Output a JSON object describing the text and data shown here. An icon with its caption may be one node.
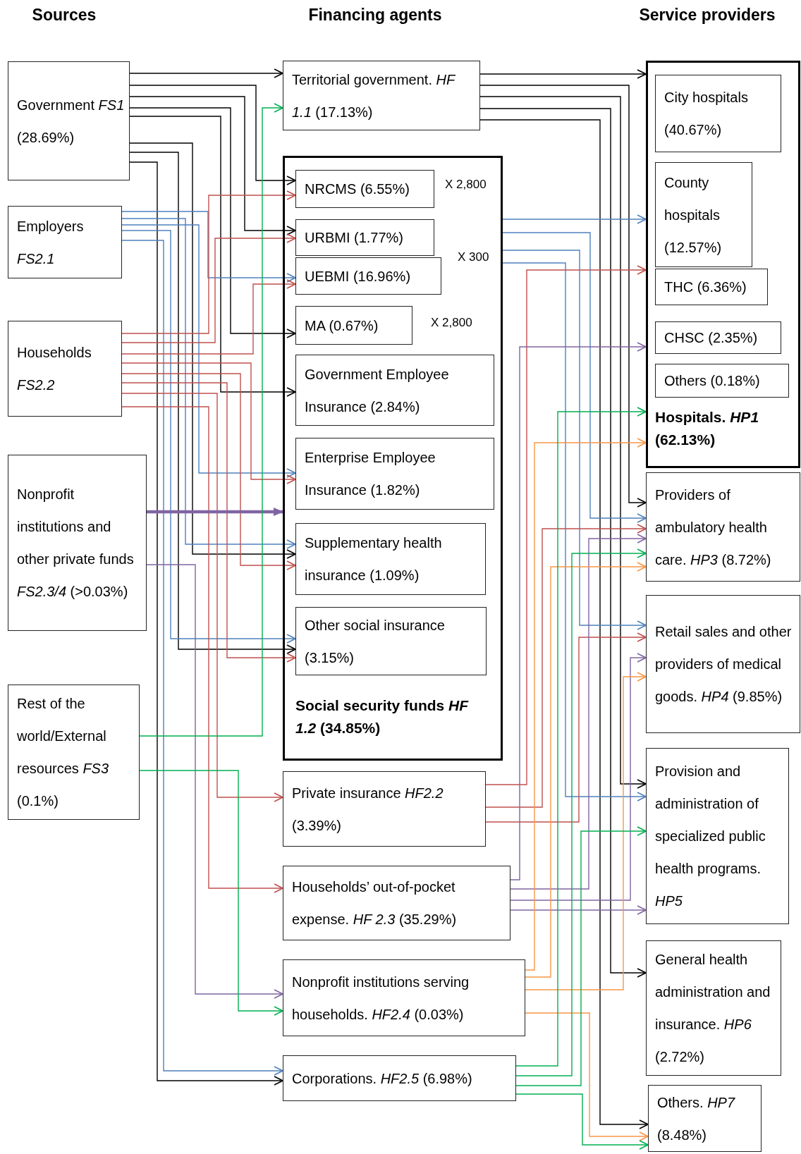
{
  "diagram": {
    "nodes": [
      {
        "text": [
          "Government *FS1* (28.69%)"
        ]
      },
      {
        "text": [
          "Employers *FS2.1*"
        ]
      },
      {
        "text": [
          "Households *FS2.2*"
        ]
      },
      {
        "text": [
          "Nonprofit institutions and other private funds *FS2.3/4* (>0.03%)"
        ]
      },
      {
        "text": [
          "Rest of the world/External resources *FS3* (0.1%)"
        ]
      },
      {
        "text": [
          "Territorial government. *HF 1.1* (17.13%)"
        ]
      },
      {
        "text": [
          "Social security funds *HF 1.2* (34.85%)"
        ]
      },
      {
        "text": [
          "NRCMS (6.55%)"
        ],
        "in": 6,
        "beside": [
          "X 2,800"
        ]
      },
      {
        "text": [
          "URBMI (1.77%)"
        ],
        "in": 6
      },
      {
        "text": [
          "UEBMI (16.96%)"
        ],
        "in": 6
      },
      {
        "text": [
          "MA (0.67%)"
        ],
        "in": 6,
        "beside": [
          "X 2,800"
        ]
      },
      {
        "text": [
          "Government Employee Insurance (2.84%)"
        ],
        "in": 6
      },
      {
        "text": [
          "Enterprise Employee Insurance (1.82%)"
        ],
        "in": 6
      },
      {
        "text": [
          "Supplementary health insurance (1.09%)"
        ],
        "in": 6
      },
      {
        "text": [
          "Other social insurance (3.15%)"
        ],
        "in": 6
      },
      {
        "text": [
          "Private insurance *HF2.2* (3.39%)"
        ]
      },
      {
        "text": [
          "Households’ out-of-pocket expense. *HF 2.3* (35.29%)"
        ]
      },
      {
        "text": [
          "Nonprofit institutions serving households. *HF2.4* (0.03%)"
        ]
      },
      {
        "text": [
          "Corporations. *HF2.5* (6.98%)"
        ]
      },
      {
        "text": [
          "Hospitals. *HP1* (62.13%)"
        ]
      },
      {
        "text": [
          "City hospitals (40.67%)"
        ],
        "in": 19
      },
      {
        "text": [
          "County hospitals (12.57%)"
        ],
        "in": 19
      },
      {
        "text": [
          "THC (6.36%)"
        ],
        "in": 19
      },
      {
        "text": [
          "CHSC (2.35%)"
        ],
        "in": 19
      },
      {
        "text": [
          "Others (0.18%)"
        ],
        "in": 19
      },
      {
        "text": [
          "Providers of ambulatory health care. *HP3* (8.72%)"
        ]
      },
      {
        "text": [
          "Retail sales and other providers of medical goods. *HP4* (9.85%)"
        ]
      },
      {
        "text": [
          "Provision and administration of specialized public health programs. *HP5*"
        ]
      },
      {
        "text": [
          "General health administration and insurance. *HP6* (2.72%)"
        ]
      },
      {
        "text": [
          "Others. *HP7* (8.48%)"
        ]
      }
    ],
    "edges": [
      {
        "from": 0,
        "to": 5,
        "arrow": "to"
      },
      {
        "from": 0,
        "to": 7,
        "arrow": "to"
      },
      {
        "from": 0,
        "to": 8,
        "arrow": "to"
      },
      {
        "from": 0,
        "to": 10,
        "arrow": "to"
      },
      {
        "from": 0,
        "to": 11,
        "arrow": "to"
      },
      {
        "from": 0,
        "to": 13,
        "arrow": "to"
      },
      {
        "from": 0,
        "to": 14,
        "arrow": "to"
      },
      {
        "from": 0,
        "to": 18,
        "arrow": "to"
      },
      {
        "from": 1,
        "to": 9,
        "arrow": "to",
        "color": "#4f81bd"
      },
      {
        "from": 1,
        "to": 12,
        "arrow": "to",
        "color": "#4f81bd"
      },
      {
        "from": 1,
        "to": 13,
        "arrow": "to",
        "color": "#4f81bd"
      },
      {
        "from": 1,
        "to": 14,
        "arrow": "to",
        "color": "#4f81bd"
      },
      {
        "from": 1,
        "to": 18,
        "arrow": "to",
        "color": "#4f81bd"
      },
      {
        "from": 2,
        "to": 7,
        "arrow": "to",
        "color": "#c0504d"
      },
      {
        "from": 2,
        "to": 8,
        "arrow": "to",
        "color": "#c0504d"
      },
      {
        "from": 2,
        "to": 9,
        "arrow": "to",
        "color": "#c0504d"
      },
      {
        "from": 2,
        "to": 12,
        "arrow": "to",
        "color": "#c0504d"
      },
      {
        "from": 2,
        "to": 13,
        "arrow": "to",
        "color": "#c0504d"
      },
      {
        "from": 2,
        "to": 14,
        "arrow": "to",
        "color": "#c0504d"
      },
      {
        "from": 2,
        "to": 15,
        "arrow": "to",
        "color": "#c0504d"
      },
      {
        "from": 2,
        "to": 16,
        "arrow": "to",
        "color": "#c0504d"
      },
      {
        "from": 3,
        "to": 6,
        "arrow": "to",
        "style": "thick",
        "color": "#8064a2"
      },
      {
        "from": 3,
        "to": 17,
        "arrow": "to",
        "color": "#8064a2"
      },
      {
        "from": 4,
        "to": 5,
        "arrow": "to",
        "color": "#00b050"
      },
      {
        "from": 4,
        "to": 17,
        "arrow": "to",
        "color": "#00b050"
      },
      {
        "from": 5,
        "to": 19,
        "arrow": "to"
      },
      {
        "from": 5,
        "to": 25,
        "arrow": "to"
      },
      {
        "from": 5,
        "to": 27,
        "arrow": "to"
      },
      {
        "from": 5,
        "to": 28,
        "arrow": "to"
      },
      {
        "from": 5,
        "to": 29,
        "arrow": "to"
      },
      {
        "from": 6,
        "to": 19,
        "arrow": "to",
        "color": "#4f81bd"
      },
      {
        "from": 6,
        "to": 25,
        "arrow": "to",
        "color": "#4f81bd"
      },
      {
        "from": 6,
        "to": 26,
        "arrow": "to",
        "color": "#4f81bd"
      },
      {
        "from": 6,
        "to": 27,
        "arrow": "to",
        "color": "#4f81bd"
      },
      {
        "from": 15,
        "to": 19,
        "arrow": "to",
        "color": "#c0504d"
      },
      {
        "from": 15,
        "to": 25,
        "arrow": "to",
        "color": "#c0504d"
      },
      {
        "from": 15,
        "to": 26,
        "arrow": "to",
        "color": "#c0504d"
      },
      {
        "from": 16,
        "to": 19,
        "arrow": "to",
        "color": "#8064a2"
      },
      {
        "from": 16,
        "to": 25,
        "arrow": "to",
        "color": "#8064a2"
      },
      {
        "from": 16,
        "to": 26,
        "arrow": "to",
        "color": "#8064a2"
      },
      {
        "from": 16,
        "to": 27,
        "arrow": "to",
        "color": "#8064a2"
      },
      {
        "from": 17,
        "to": 19,
        "arrow": "to",
        "color": "#f79646"
      },
      {
        "from": 17,
        "to": 25,
        "arrow": "to",
        "color": "#f79646"
      },
      {
        "from": 17,
        "to": 26,
        "arrow": "to",
        "color": "#f79646"
      },
      {
        "from": 17,
        "to": 29,
        "arrow": "to",
        "color": "#f79646"
      },
      {
        "from": 18,
        "to": 19,
        "arrow": "to",
        "color": "#00b050"
      },
      {
        "from": 18,
        "to": 25,
        "arrow": "to",
        "color": "#00b050"
      },
      {
        "from": 18,
        "to": 27,
        "arrow": "to",
        "color": "#00b050"
      },
      {
        "from": 18,
        "to": 29,
        "arrow": "to",
        "color": "#00b050"
      }
    ],
    "labels": [
      "Sources",
      "Financing agents",
      "Service providers",
      "X 300"
    ]
  }
}
